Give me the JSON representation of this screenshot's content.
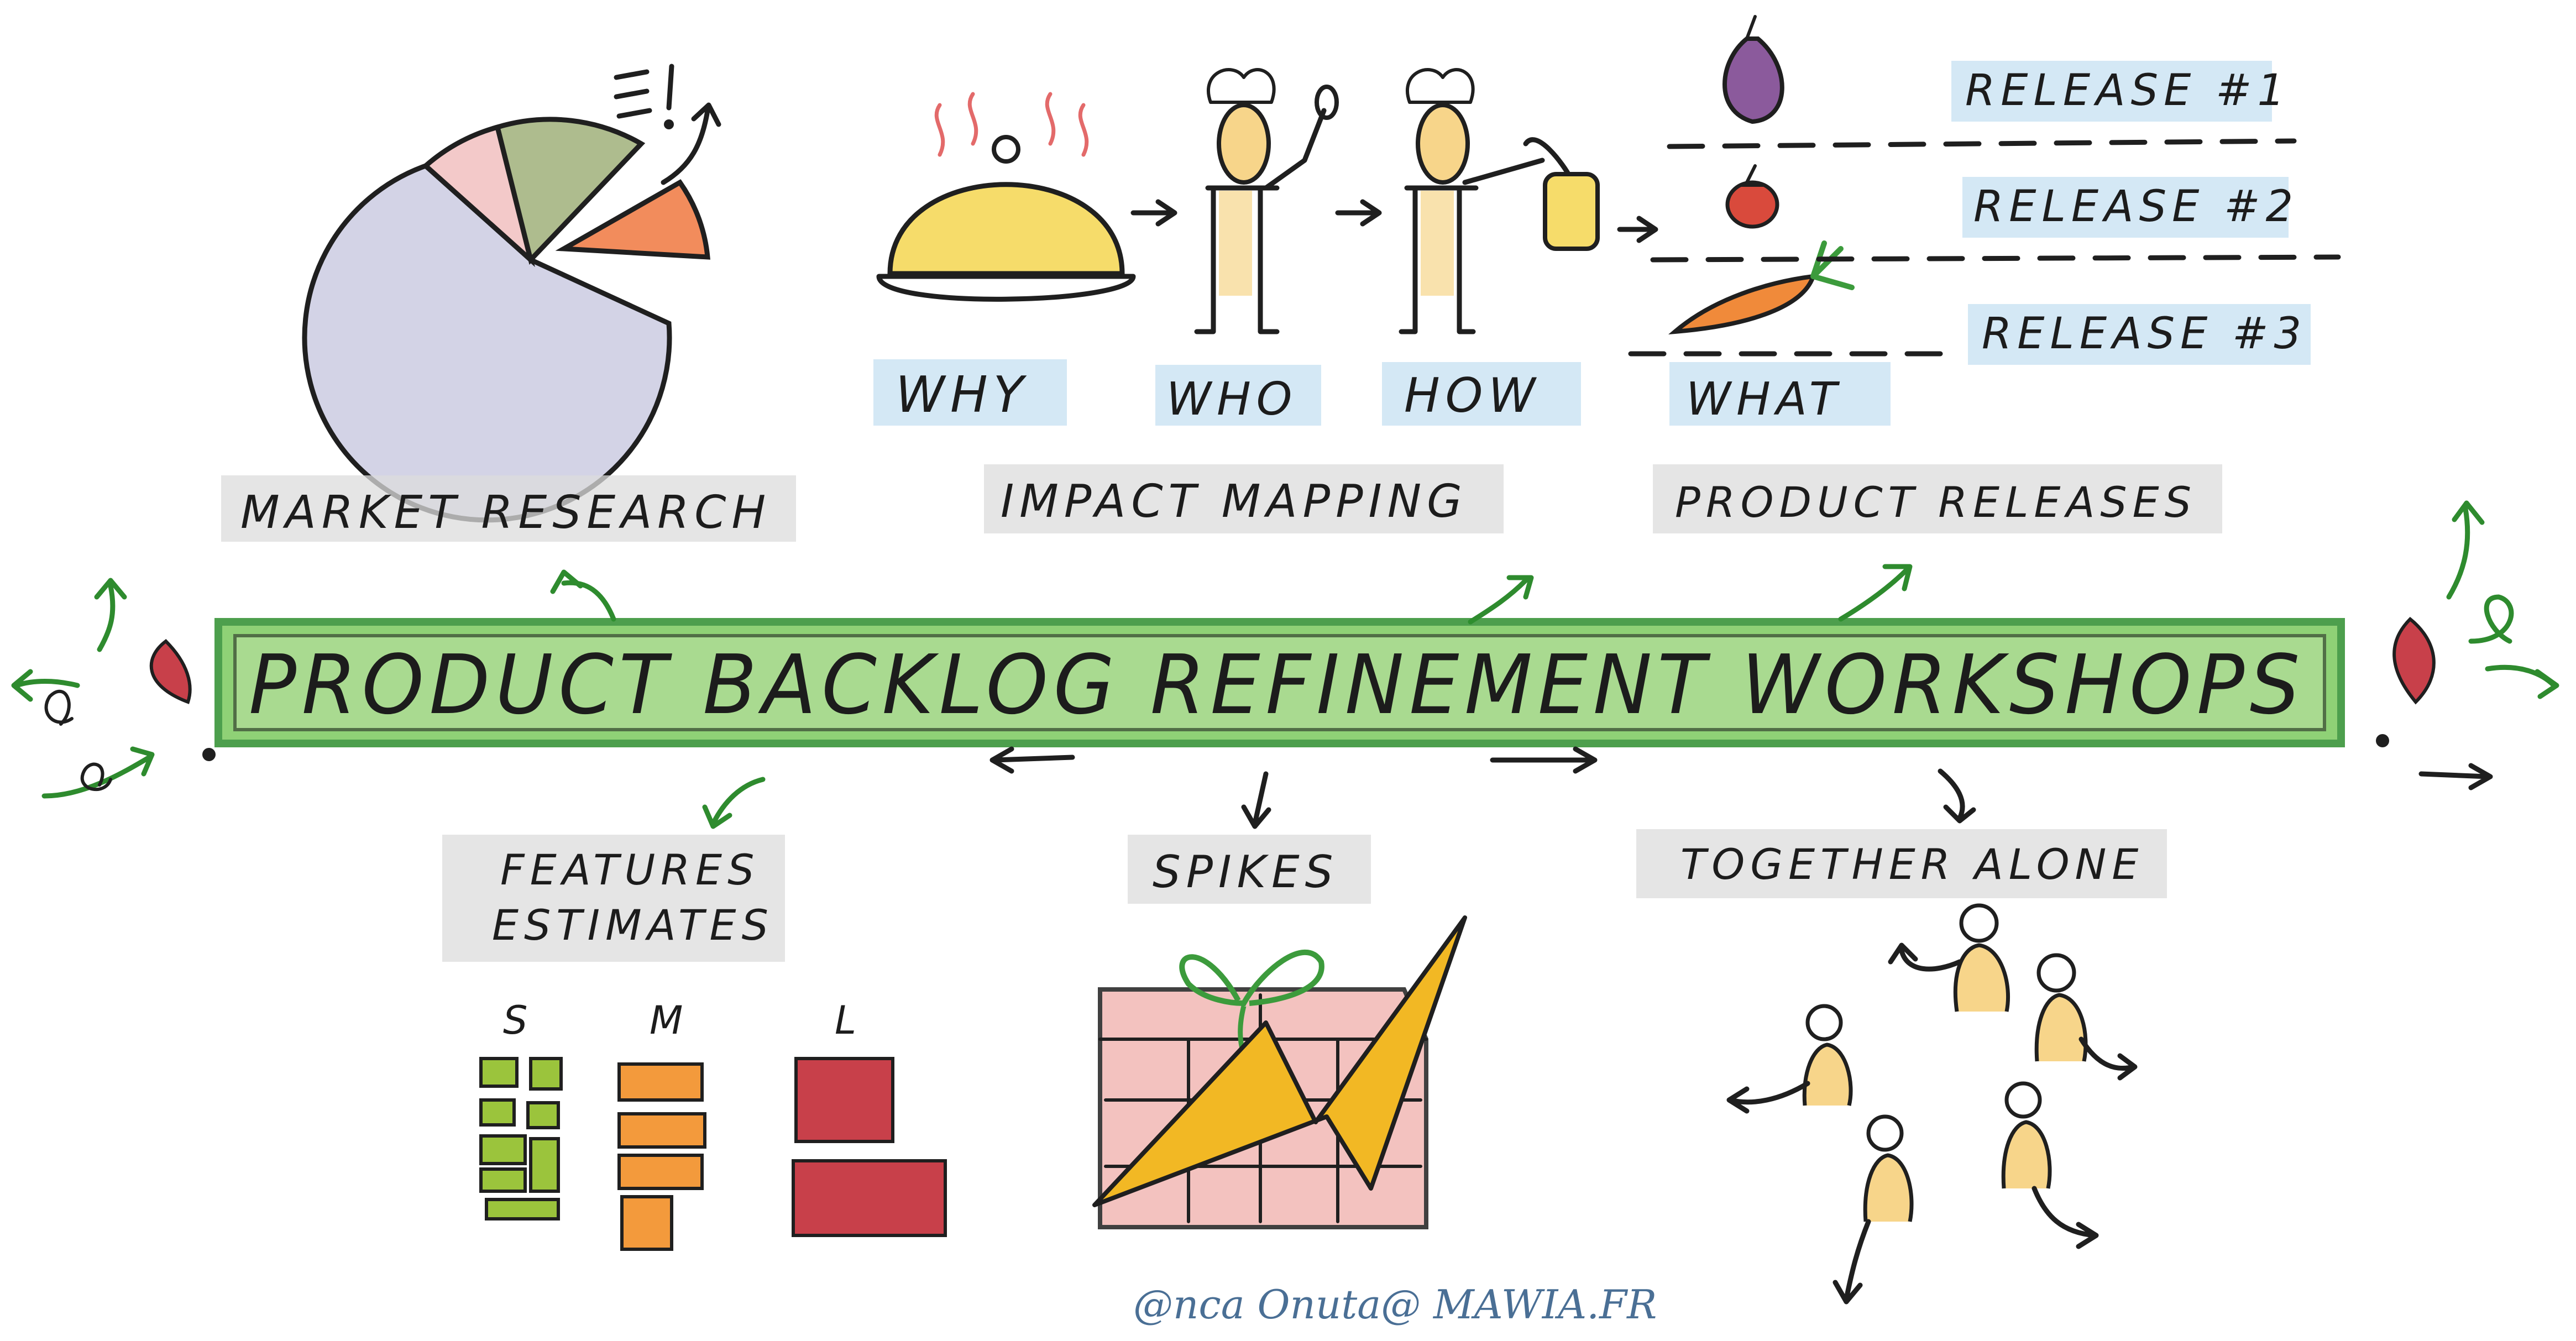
{
  "title": "PRODUCT BACKLOG REFINEMENT WORKSHOPS",
  "topics": {
    "market_research": "MARKET RESEARCH",
    "impact_mapping": "IMPACT MAPPING",
    "product_releases": "PRODUCT RELEASES",
    "features_estimates_line1": "FEATURES",
    "features_estimates_line2": "ESTIMATES",
    "spikes": "SPIKES",
    "together_alone": "TOGETHER ALONE"
  },
  "impact_steps": [
    "WHY",
    "WHO",
    "HOW",
    "WHAT"
  ],
  "releases": [
    "RELEASE #1",
    "RELEASE #2",
    "RELEASE #3"
  ],
  "sizes": [
    "S",
    "M",
    "L"
  ],
  "exclamation_mark": "!",
  "credit": "@nca Onuta@ MAWIA.FR",
  "colors": {
    "banner_green": "#7cc95f",
    "banner_border": "#2f8f2f",
    "highlight_gray": "#dcdcdc",
    "highlight_blue": "#cfe6f4",
    "small_green": "#9bc43c",
    "medium_orange": "#f39a3c",
    "large_red": "#c8404a",
    "spike_yellow": "#f2b824",
    "gift_pink": "#f2b8b5",
    "pie_lavender": "#d3d3e6",
    "pie_pink": "#f3c9c9",
    "pie_olive": "#aebc8e",
    "pie_orange": "#f28c5c",
    "cloche_yellow": "#f6dc6a",
    "people_yellow": "#f7d58a",
    "credit_blue": "#4a6f95"
  },
  "icons": [
    "pie-chart-icon",
    "cloche-icon",
    "chef-icon",
    "pot-icon",
    "onion-icon",
    "tomato-icon",
    "carrot-icon",
    "gift-icon",
    "lightning-icon",
    "person-icon",
    "arrow-icon"
  ]
}
